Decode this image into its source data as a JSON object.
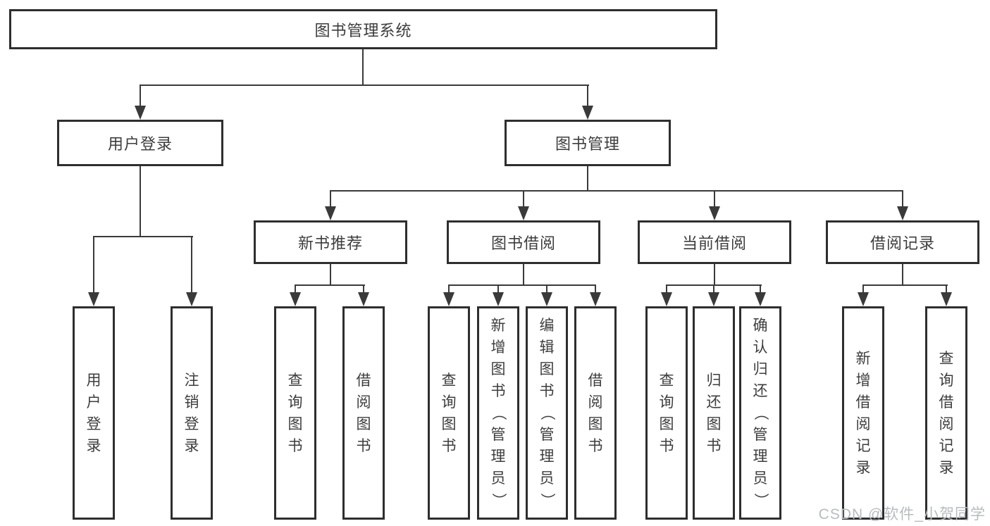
{
  "diagram": {
    "root": {
      "label": "图书管理系统"
    },
    "level2": [
      {
        "label": "用户登录",
        "children": [
          {
            "label": "用户登录"
          },
          {
            "label": "注销登录"
          }
        ]
      },
      {
        "label": "图书管理",
        "children": [
          {
            "label": "新书推荐",
            "children": [
              {
                "label": "查询图书"
              },
              {
                "label": "借阅图书"
              }
            ]
          },
          {
            "label": "图书借阅",
            "children": [
              {
                "label": "查询图书"
              },
              {
                "label": "新增图书（管理员）"
              },
              {
                "label": "编辑图书（管理员）"
              },
              {
                "label": "借阅图书"
              }
            ]
          },
          {
            "label": "当前借阅",
            "children": [
              {
                "label": "查询图书"
              },
              {
                "label": "归还图书"
              },
              {
                "label": "确认归还（管理员）"
              }
            ]
          },
          {
            "label": "借阅记录",
            "children": [
              {
                "label": "新增借阅记录"
              },
              {
                "label": "查询借阅记录"
              }
            ]
          }
        ]
      }
    ]
  },
  "colors": {
    "line": "#3a3a3a",
    "box_border": "#2e2e2e",
    "text": "#3d3d3d",
    "watermark": "#b7bcbf",
    "background": "#ffffff"
  },
  "watermark": {
    "text": "CSDN @软件_小贺同学"
  }
}
